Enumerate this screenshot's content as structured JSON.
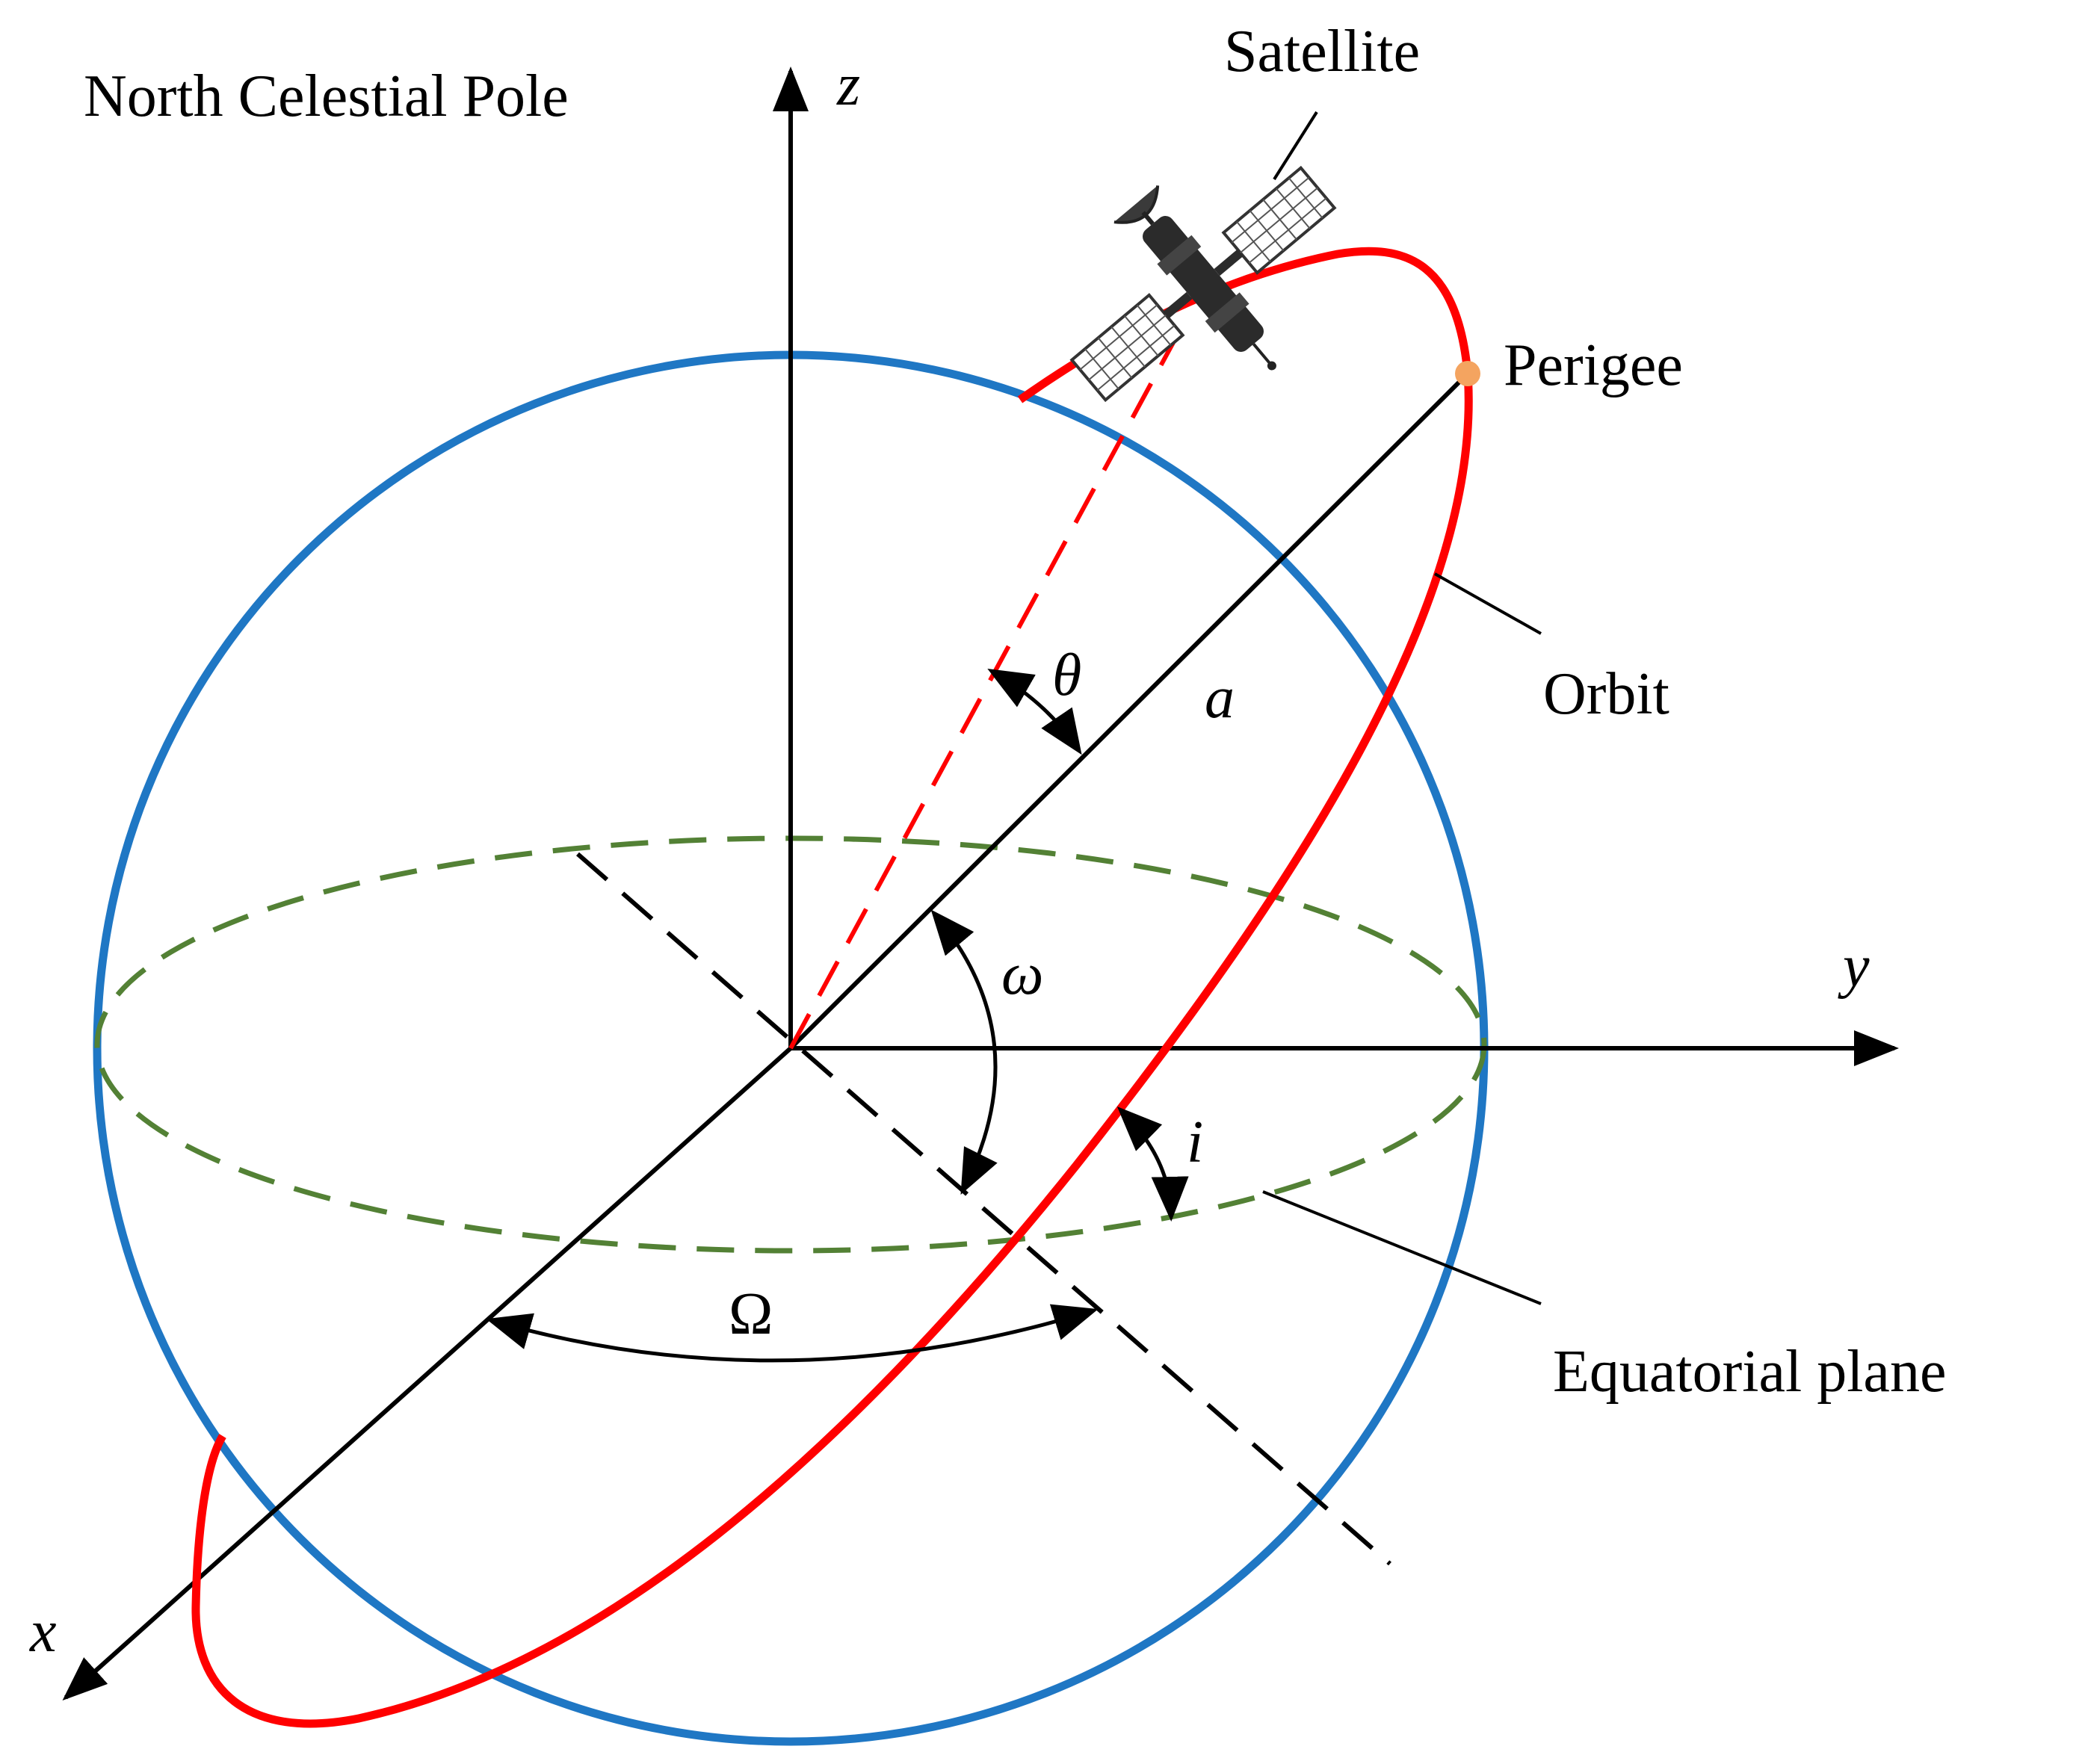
{
  "labels": {
    "north_pole": "North Celestial Pole",
    "z": "z",
    "y": "y",
    "x": "x",
    "satellite": "Satellite",
    "perigee": "Perigee",
    "orbit": "Orbit",
    "equatorial_plane": "Equatorial plane",
    "theta": "θ",
    "a": "a",
    "omega": "ω",
    "inclination": "i",
    "raan": "Ω"
  },
  "colors": {
    "sphere": "#1f77c4",
    "orbit": "#ff0000",
    "equator": "#538135",
    "perigee": "#f4a460",
    "axes": "#000000"
  }
}
